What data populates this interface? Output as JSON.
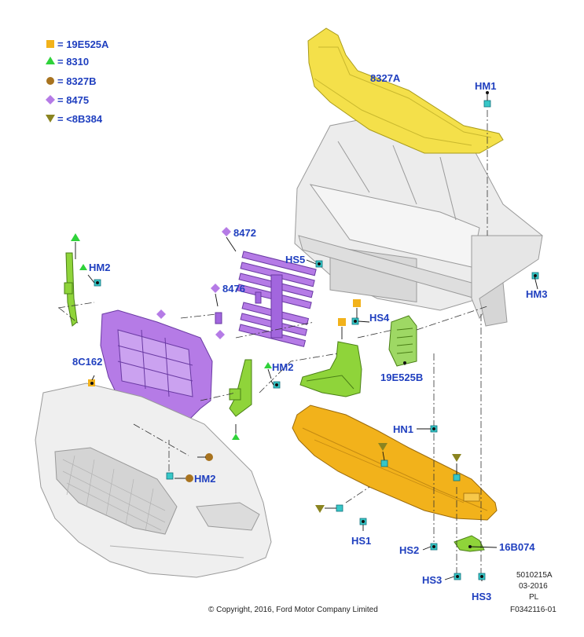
{
  "legend": [
    {
      "symbol": "square",
      "color": "#f2b21b",
      "text": "= 19E525A"
    },
    {
      "symbol": "triangle-up",
      "color": "#2fd23a",
      "text": "= 8310"
    },
    {
      "symbol": "circle",
      "color": "#a8731f",
      "text": "= 8327B"
    },
    {
      "symbol": "diamond",
      "color": "#b57be6",
      "text": "= 8475"
    },
    {
      "symbol": "triangle-down",
      "color": "#8a8420",
      "text": "= <8B384"
    }
  ],
  "parts": {
    "p8327A": "8327A",
    "hm1": "HM1",
    "p8472": "8472",
    "hm2_left": "HM2",
    "hs5": "HS5",
    "p8476": "8476",
    "hm3": "HM3",
    "hs4": "HS4",
    "p8C162": "8C162",
    "hm2_mid": "HM2",
    "p19E525B": "19E525B",
    "hn1": "HN1",
    "hm2_bottom": "HM2",
    "hs1": "HS1",
    "hs2": "HS2",
    "p16B074": "16B074",
    "hs3_left": "HS3",
    "hs3_right": "HS3"
  },
  "footer": {
    "copyright": "© Copyright, 2016, Ford Motor Company Limited",
    "code1": "5010215A",
    "date": "03-2016",
    "lang": "PL",
    "figure": "F0342116-01"
  },
  "colors": {
    "yellow_part": "#f4e04a",
    "purple_part": "#b57be6",
    "green_part": "#8fd43a",
    "orange_part": "#f2b21b",
    "grey_part": "#ececec",
    "label_blue": "#1f3fbf"
  }
}
